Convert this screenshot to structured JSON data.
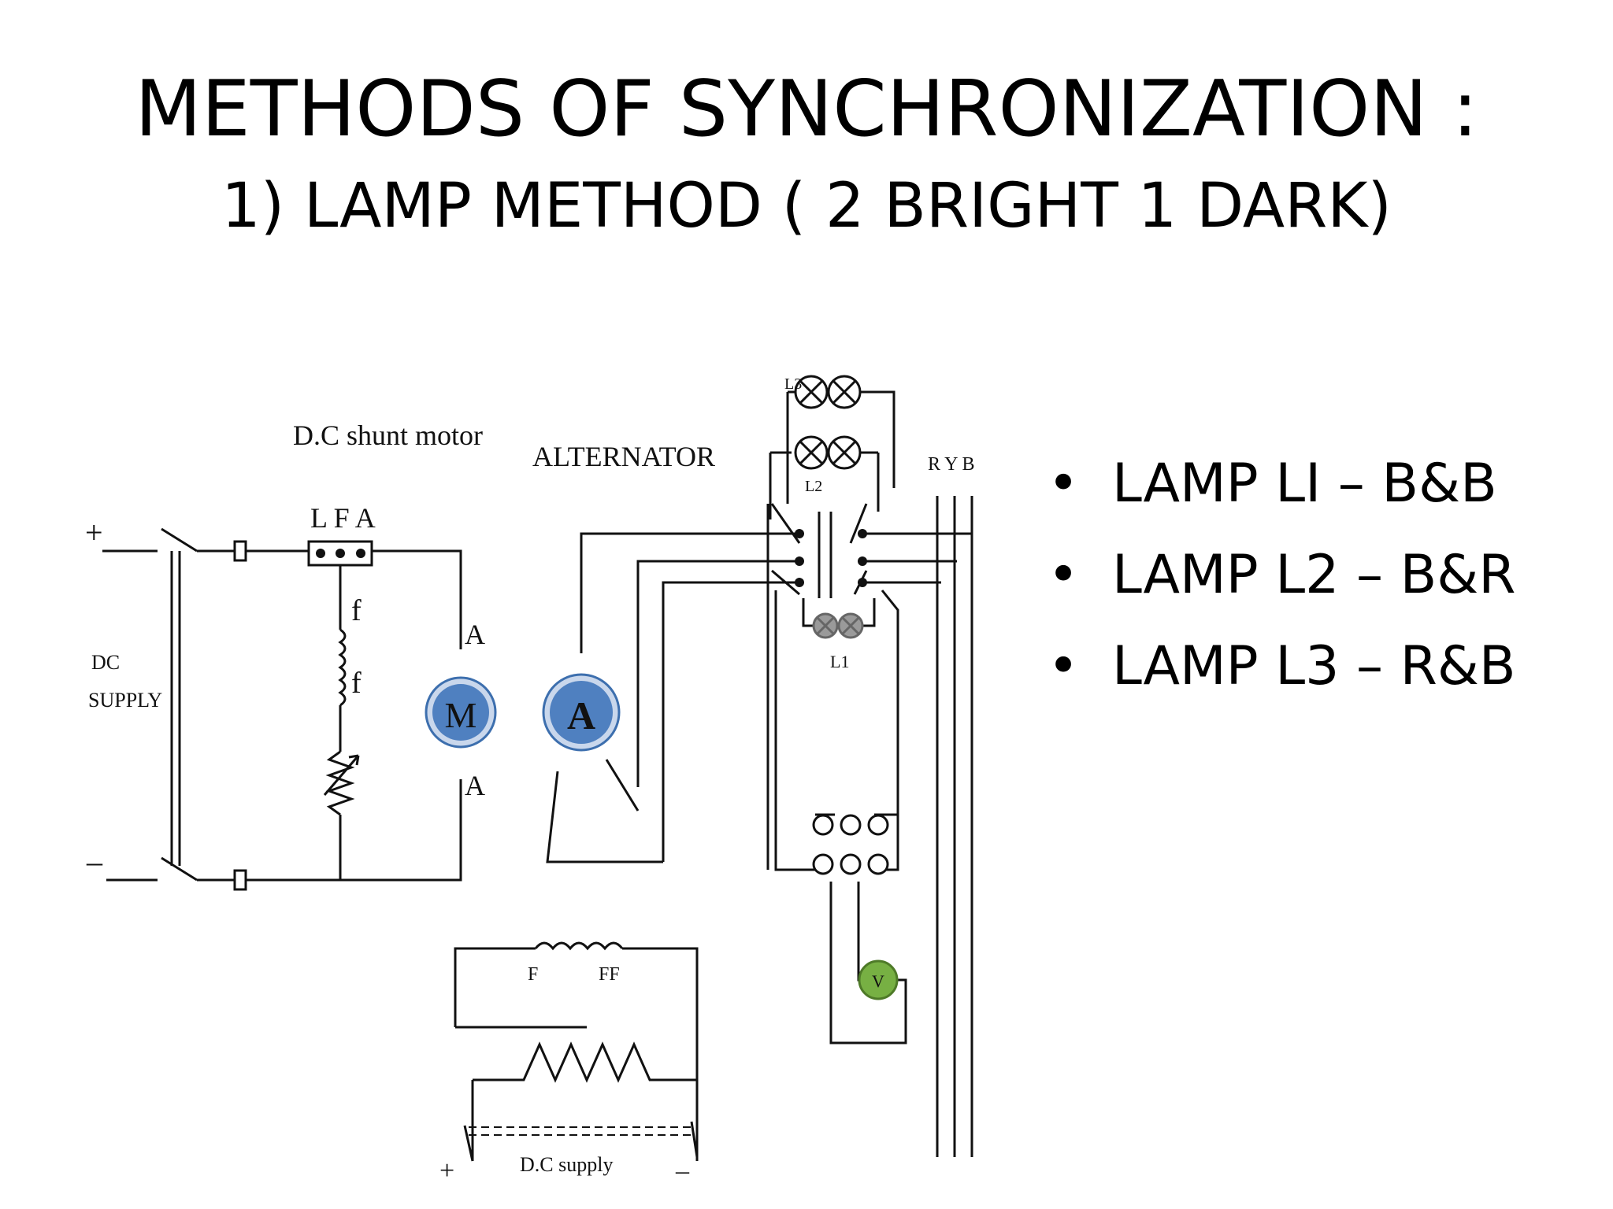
{
  "slide": {
    "title": "METHODS OF SYNCHRONIZATION :",
    "subtitle": "1) LAMP METHOD ( 2 BRIGHT 1 DARK)"
  },
  "bullets": [
    {
      "marker": "•",
      "text": "LAMP LI – B&B"
    },
    {
      "marker": "•",
      "text": "LAMP L2 – B&R"
    },
    {
      "marker": "•",
      "text": "LAMP L3 – R&B"
    }
  ],
  "diagram": {
    "motor_label": "D.C shunt motor",
    "alternator_label": "ALTERNATOR",
    "phases_label": "R Y B",
    "terminals_label": "L F A",
    "field_f_top": "f",
    "field_f_bottom": "f",
    "armature_a_top": "A",
    "armature_a_bottom": "A",
    "dc_label_line1": "DC",
    "dc_label_line2": "SUPPLY",
    "plus": "+",
    "minus": "–",
    "motor_symbol": "M",
    "alternator_symbol": "A",
    "lamp_l3": "L3",
    "lamp_l2": "L2",
    "lamp_l1": "L1",
    "voltmeter_symbol": "V",
    "field_f": "F",
    "field_ff": "FF",
    "dc_supply_bottom": "D.C supply",
    "bottom_plus": "+",
    "bottom_minus": "–",
    "colors": {
      "machine_blue": "#4f80c0",
      "machine_ring": "#3d6fae",
      "voltmeter_green": "#77b043",
      "lamp_gray": "#9a9a9a"
    }
  }
}
